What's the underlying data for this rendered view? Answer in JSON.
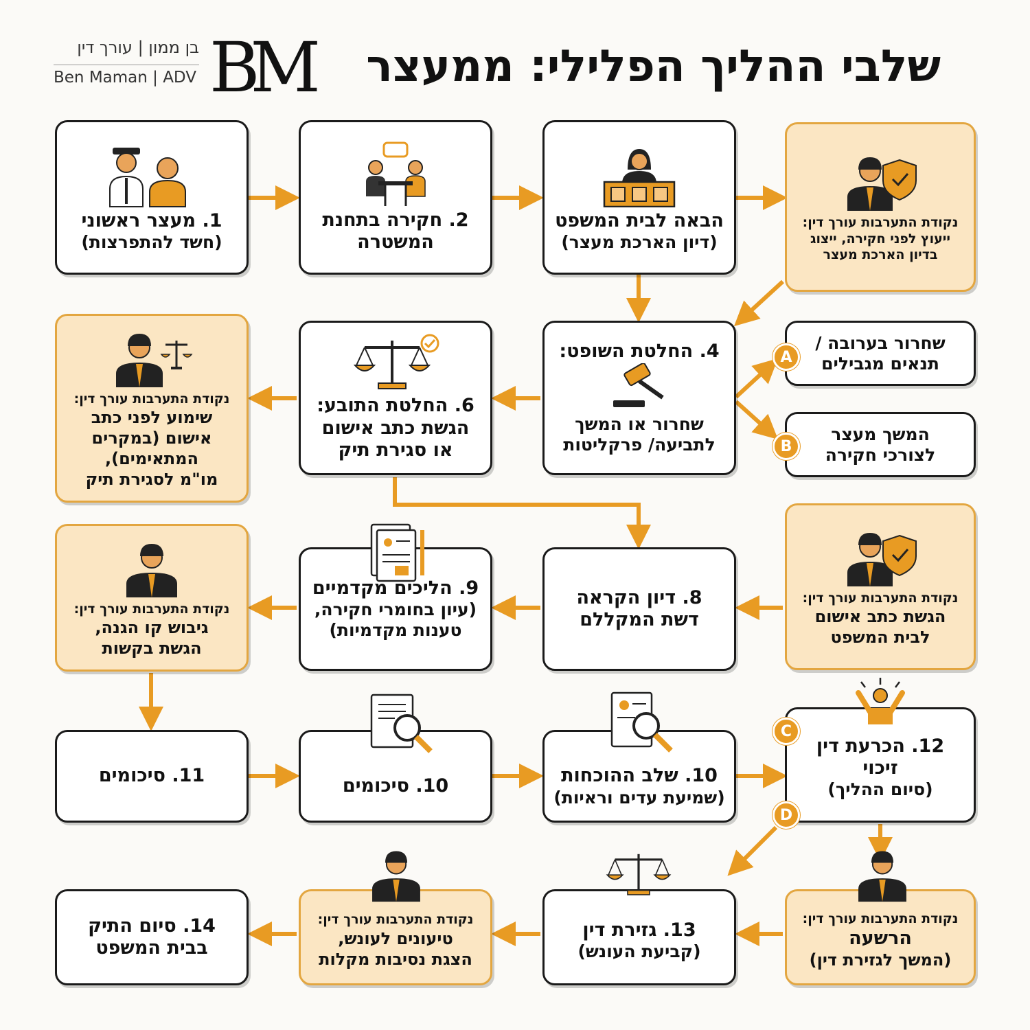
{
  "title": "שלבי ההליך הפלילי: ממעצר",
  "brand": {
    "hebrew": "בן ממון | עורך דין",
    "english": "Ben Maman | ADV",
    "logo": "BM"
  },
  "colors": {
    "accent": "#e89b23",
    "lawyer_bg": "#fbe6c3"
  },
  "lawyer_label": "נקודת התערבות עורך דין:",
  "steps": {
    "s1": {
      "title": "1. מעצר ראשוני",
      "sub": "(חשד להתפרצות)",
      "icon": "police-suspect-icon"
    },
    "s2": {
      "title": "2. חקירה בתחנת",
      "sub": "המשטרה",
      "icon": "interrogation-icon"
    },
    "s3": {
      "title": "הבאה לבית המשפט",
      "sub": "(דיון הארכת מעצר)",
      "icon": "judge-icon"
    },
    "s4": {
      "title": "4. החלטת השופט:",
      "sub1": "שחרור או המשך",
      "sub2": "לתביעה/ פרקליטות",
      "icon": "gavel-icon"
    },
    "s6": {
      "title": "6. החלטת התובע:",
      "sub1": "הגשת כתב אישום",
      "sub2": "או סגירת תיק",
      "icon": "scales-check-icon"
    },
    "s8": {
      "title": "8. דיון הקראה",
      "sub": "דשת המקללם"
    },
    "s9": {
      "title": "9. הליכים מקדמיים",
      "sub1": "(עיון בחומרי חקירה,",
      "sub2": "טענות מקדמיות)",
      "icon": "documents-icon"
    },
    "s10a": {
      "title": "10. סיכומים",
      "icon": "document-search-icon"
    },
    "s10b": {
      "title": "10. שלב ההוכחות",
      "sub": "(שמיעת עדים וראיות)",
      "icon": "evidence-search-icon"
    },
    "s11": {
      "title": "11. סיכומים"
    },
    "s12": {
      "title": "12. הכרעת דין",
      "sub1": "זיכוי",
      "sub2": "(סיום ההליך)",
      "icon": "celebrating-person-icon"
    },
    "s13": {
      "title": "13. גזירת דין",
      "sub": "(קביעת העונש)",
      "icon": "scales-icon"
    },
    "s14": {
      "title": "14. סיום התיק",
      "sub": "בבית המשפט"
    }
  },
  "outcomes": {
    "a": {
      "badge": "A",
      "line1": "שחרור בערובה /",
      "line2": "תנאים מגבילים"
    },
    "b": {
      "badge": "B",
      "line1": "המשך מעצר",
      "line2": "לצורכי חקירה"
    },
    "c": {
      "badge": "C"
    },
    "d": {
      "badge": "D"
    }
  },
  "lawyer": {
    "l1": {
      "lines": [
        "ייעוץ לפני חקירה, ייצוג",
        "בדיון הארכת מעצר"
      ],
      "icon": "lawyer-shield-icon"
    },
    "l2": {
      "lines": [
        "שימוע לפני כתב",
        "אישום (במקרים",
        "המתאימים),",
        "מו\"מ לסגירת תיק"
      ],
      "icon": "lawyer-scales-icon"
    },
    "l3": {
      "lines": [
        "הגשת כתב אישום",
        "לבית המשפט"
      ],
      "icon": "lawyer-shield-icon"
    },
    "l4": {
      "lines": [
        "גיבוש קו הגנה,",
        "הגשת בקשות"
      ],
      "icon": "lawyer-icon"
    },
    "l5": {
      "big": "הרשעה",
      "sub": "(המשך לגזירת דין)",
      "icon": "lawyer-icon"
    },
    "l6": {
      "lines": [
        "טיעונים לעונש,",
        "הצגת נסיבות מקלות"
      ],
      "icon": "lawyer-icon"
    }
  }
}
